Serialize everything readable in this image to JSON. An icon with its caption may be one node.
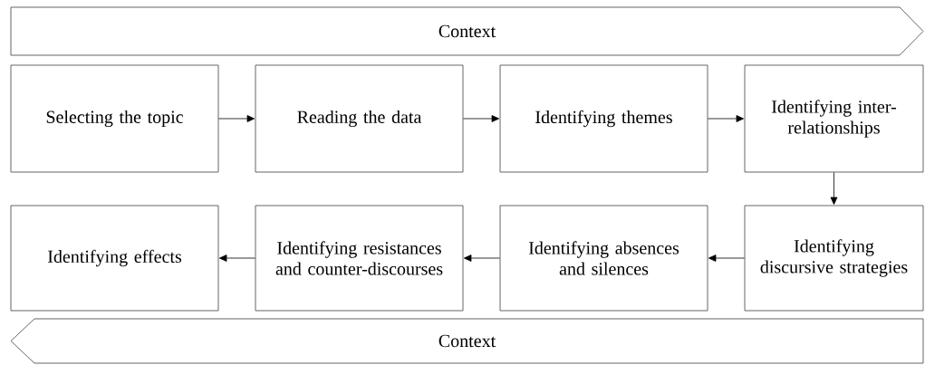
{
  "diagram": {
    "nodes": [
      {
        "text": [
          "Context"
        ]
      },
      {
        "text": [
          "Selecting the topic"
        ]
      },
      {
        "text": [
          "Reading the data"
        ]
      },
      {
        "text": [
          "Identifying themes"
        ]
      },
      {
        "text": [
          "Identifying inter-relationships"
        ]
      },
      {
        "text": [
          "Identifying effects"
        ]
      },
      {
        "text": [
          "Identifying resistances and counter-discourses"
        ]
      },
      {
        "text": [
          "Identifying absences and silences"
        ]
      },
      {
        "text": [
          "Identifying discursive strategies"
        ]
      },
      {
        "text": [
          "Context"
        ]
      }
    ],
    "edges": [
      {
        "from": 1,
        "to": 2,
        "arrow": "to"
      },
      {
        "from": 2,
        "to": 3,
        "arrow": "to"
      },
      {
        "from": 3,
        "to": 4,
        "arrow": "to"
      },
      {
        "from": 4,
        "to": 8,
        "arrow": "to"
      },
      {
        "from": 8,
        "to": 7,
        "arrow": "to"
      },
      {
        "from": 7,
        "to": 6,
        "arrow": "to"
      },
      {
        "from": 6,
        "to": 5,
        "arrow": "to"
      }
    ]
  }
}
